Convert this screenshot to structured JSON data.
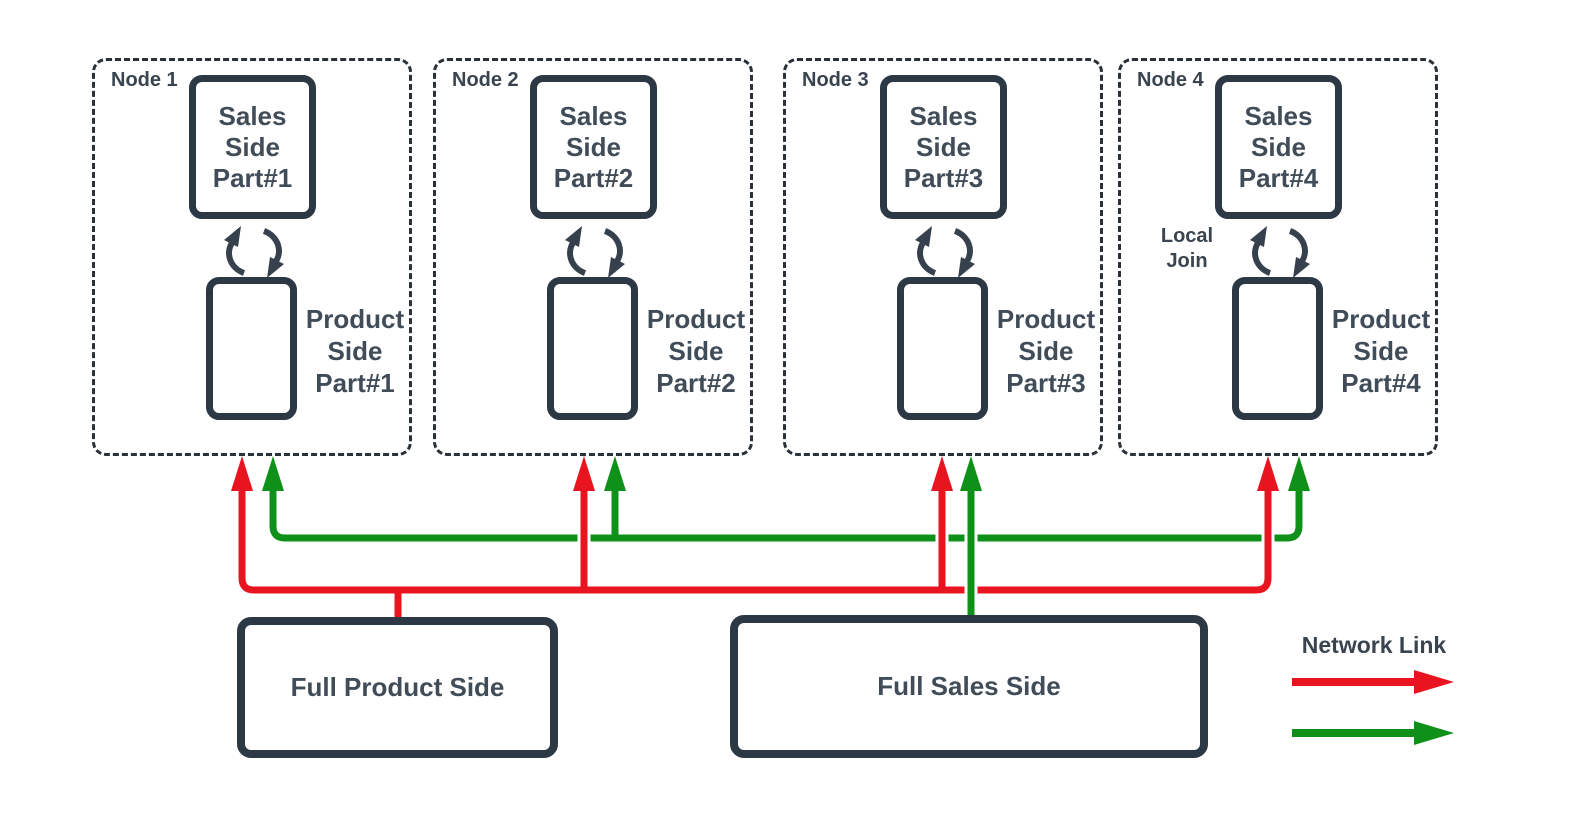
{
  "colors": {
    "network_link_red": "#e8141f",
    "network_link_green": "#0f9119",
    "box_border_dark": "#2c3844",
    "text_dark": "#414c59"
  },
  "nodes": [
    {
      "label": "Node 1",
      "sales_label": "Sales\nSide\nPart#1",
      "product_label": "Product\nSide\nPart#1"
    },
    {
      "label": "Node 2",
      "sales_label": "Sales\nSide\nPart#2",
      "product_label": "Product\nSide\nPart#2"
    },
    {
      "label": "Node 3",
      "sales_label": "Sales\nSide\nPart#3",
      "product_label": "Product\nSide\nPart#3"
    },
    {
      "label": "Node 4",
      "sales_label": "Sales\nSide\nPart#4",
      "product_label": "Product\nSide\nPart#4",
      "local_join_label": "Local\nJoin"
    }
  ],
  "bottom": {
    "full_product_label": "Full Product Side",
    "full_sales_label": "Full Sales Side"
  },
  "legend": {
    "title": "Network Link"
  }
}
